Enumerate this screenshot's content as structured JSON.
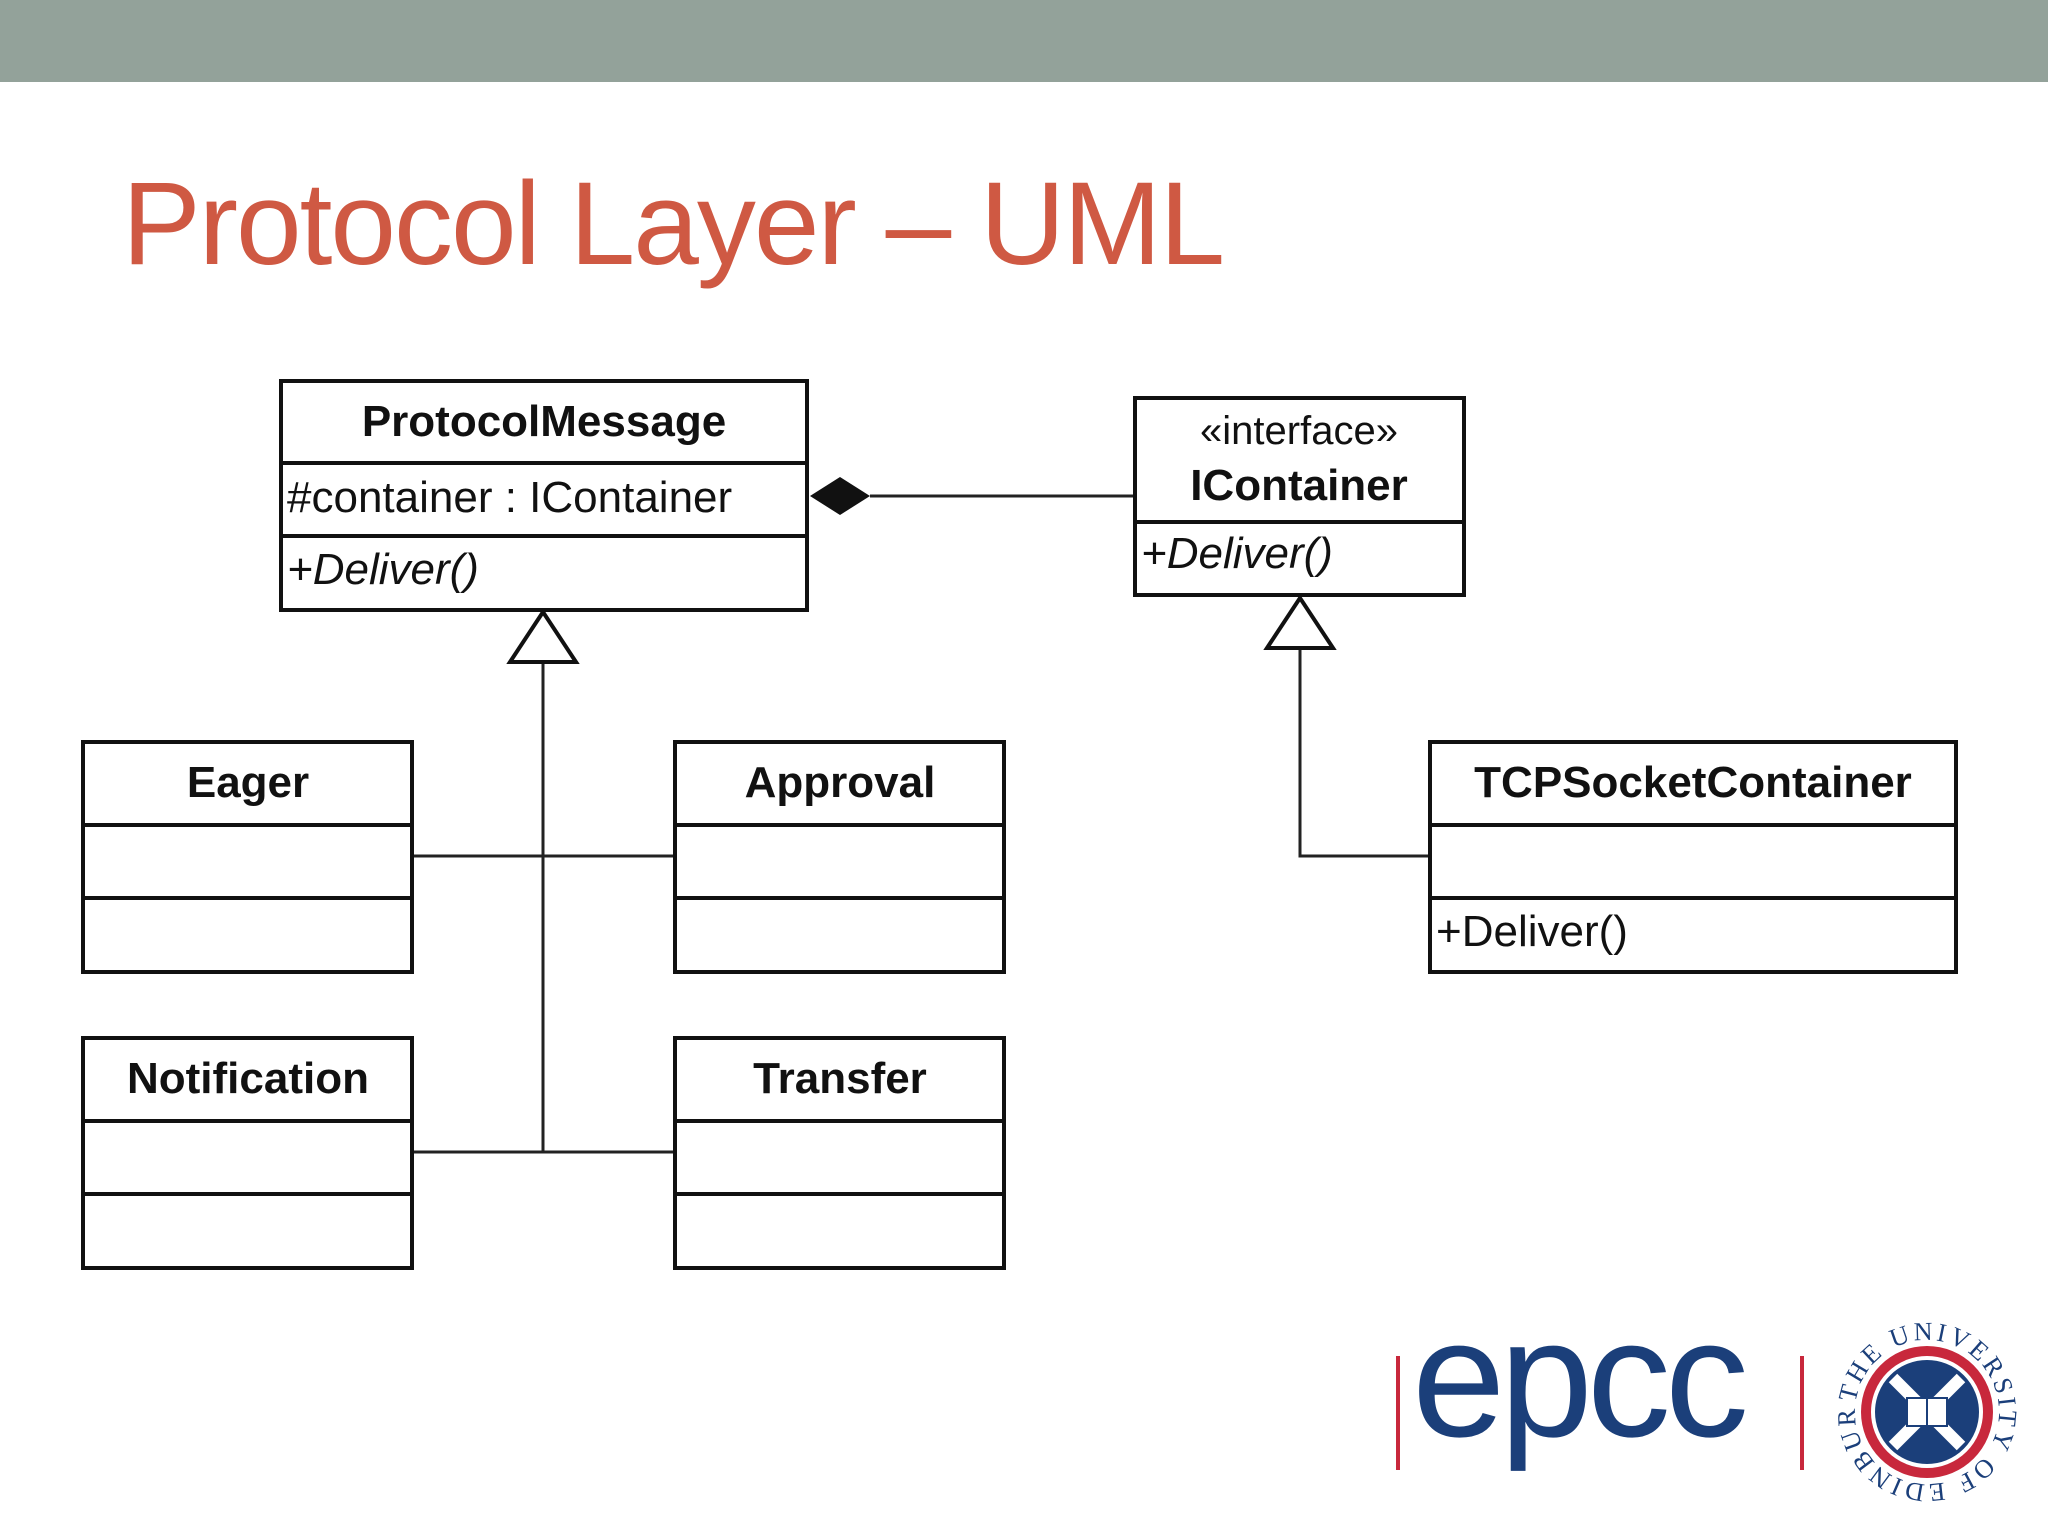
{
  "slide": {
    "title": "Protocol Layer – UML",
    "accent_color": "#cf5943",
    "top_bar_color": "#93a29a"
  },
  "diagram": {
    "protocol_message": {
      "name": "ProtocolMessage",
      "attribute": "#container : IContainer",
      "operation": "+Deliver()"
    },
    "icontainer": {
      "stereotype": "«interface»",
      "name": "IContainer",
      "operation": "+Deliver()"
    },
    "eager": {
      "name": "Eager"
    },
    "approval": {
      "name": "Approval"
    },
    "notification": {
      "name": "Notification"
    },
    "transfer": {
      "name": "Transfer"
    },
    "tcp_socket_container": {
      "name": "TCPSocketContainer",
      "operation": "+Deliver()"
    }
  },
  "logos": {
    "epcc": "epcc",
    "university_seal_text": "THE UNIVERSITY OF EDINBURGH",
    "epcc_color": "#1b3f7a",
    "bar_color": "#c8283c"
  }
}
